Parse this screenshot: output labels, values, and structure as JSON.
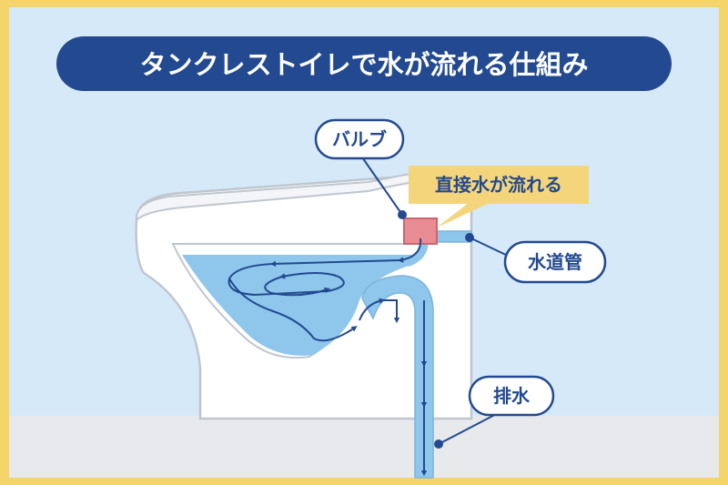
{
  "title": "タンクレストイレで水が流れる仕組み",
  "labels": {
    "valve": "バルブ",
    "direct_flow": "直接水が流れる",
    "water_pipe": "水道管",
    "drain": "排水"
  },
  "colors": {
    "frame": "#f5d46a",
    "background": "#d6e9f8",
    "floor": "#e8e9ec",
    "title_bg": "#234a90",
    "navy": "#234a90",
    "water": "#8fc6ec",
    "water_edge": "#7eb3db",
    "valve": "#e98b92",
    "callout": "#f4d57b",
    "toilet": "#ffffff",
    "toilet_outline": "#bfc6cf"
  }
}
